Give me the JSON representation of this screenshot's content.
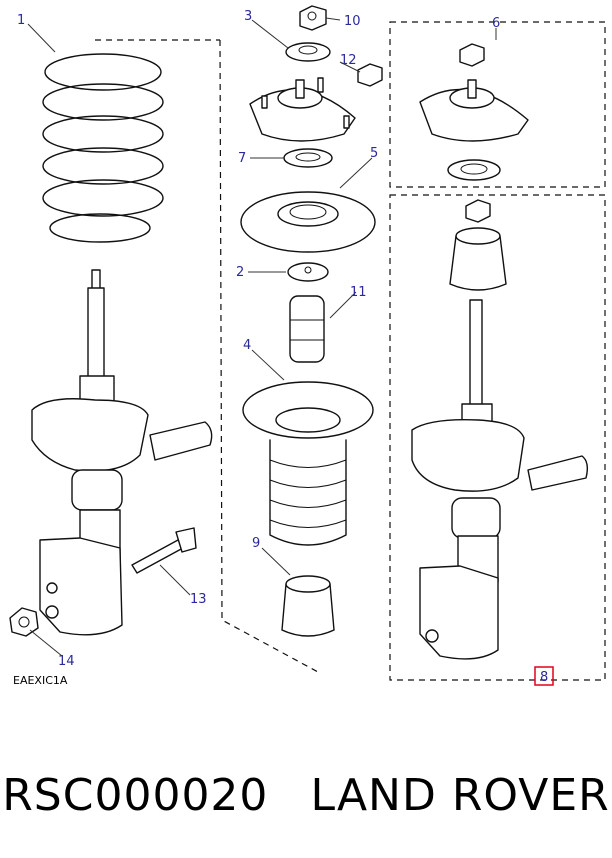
{
  "diagram": {
    "drawing_code": "EAEXIC1A",
    "callouts": [
      "1",
      "2",
      "3",
      "4",
      "5",
      "6",
      "7",
      "8",
      "9",
      "10",
      "11",
      "12",
      "13",
      "14"
    ],
    "highlight_color": "#e0001b",
    "callout_color": "#2a2a9a"
  },
  "caption": {
    "part_number": "RSC000020",
    "brand": "LAND ROVER"
  }
}
